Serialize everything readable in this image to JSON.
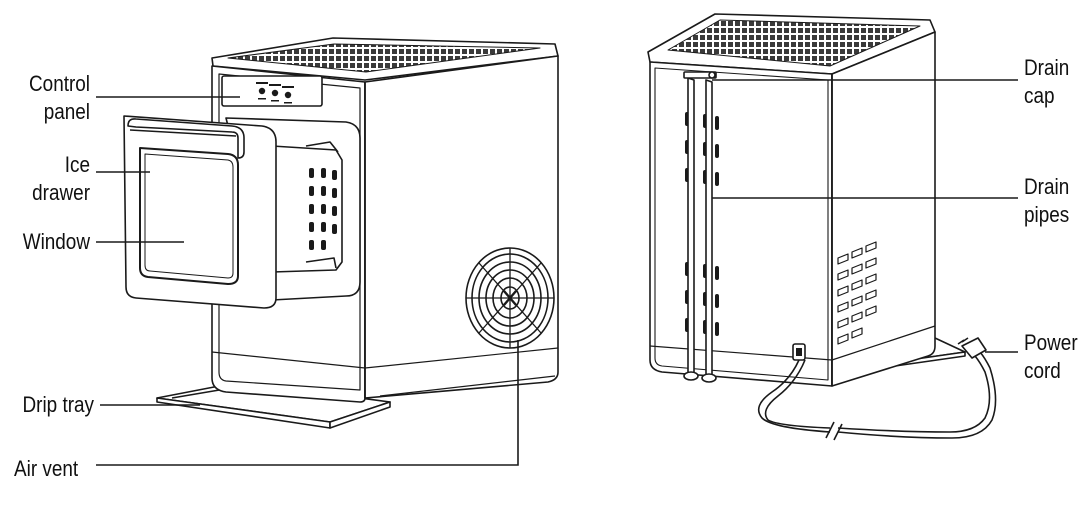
{
  "labels": {
    "control_panel": [
      "Control",
      "panel"
    ],
    "ice_drawer": [
      "Ice",
      "drawer"
    ],
    "window": "Window",
    "drip_tray": "Drip tray",
    "air_vent": "Air vent",
    "drain_cap": [
      "Drain",
      "cap"
    ],
    "drain_pipes": [
      "Drain",
      "pipes"
    ],
    "power_cord": [
      "Power",
      "cord"
    ]
  },
  "colors": {
    "line": "#1a1a1a",
    "fill": "#ffffff",
    "grille": "#3a3a3a"
  }
}
